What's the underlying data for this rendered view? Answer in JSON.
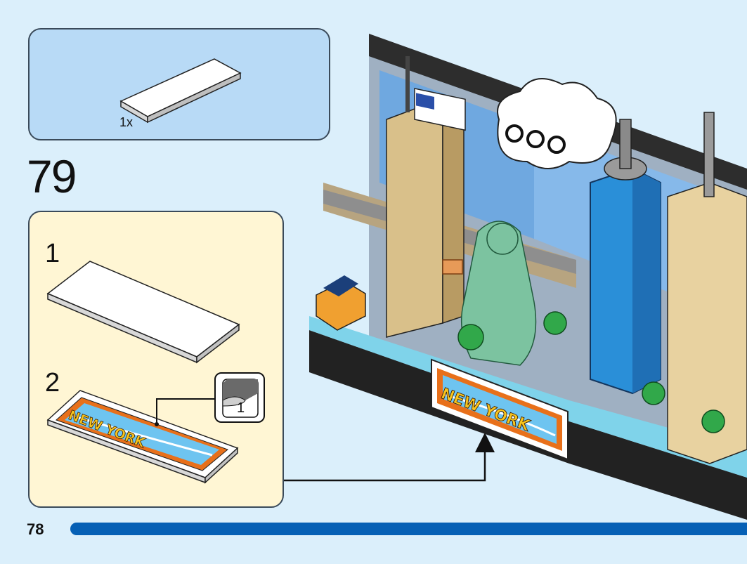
{
  "parts_callout": {
    "count": "1x",
    "part": "white-tile-1x4-icon"
  },
  "step": {
    "number": "79"
  },
  "substeps": [
    {
      "number": "1",
      "part": "white-tile-icon"
    },
    {
      "number": "2",
      "part": "printed-tile-icon",
      "tile_print": "NEW YORK"
    }
  ],
  "sticker": {
    "number": "1",
    "icon": "sticker-peel-icon"
  },
  "model_sign": {
    "text": "NEW YORK"
  },
  "footer": {
    "page_number": "78",
    "progress_color": "#0660b5"
  },
  "colors": {
    "background": "#dbeffb",
    "parts_box": "#b8daf6",
    "substeps_box": "#fff6d4",
    "progress": "#0660b5"
  }
}
